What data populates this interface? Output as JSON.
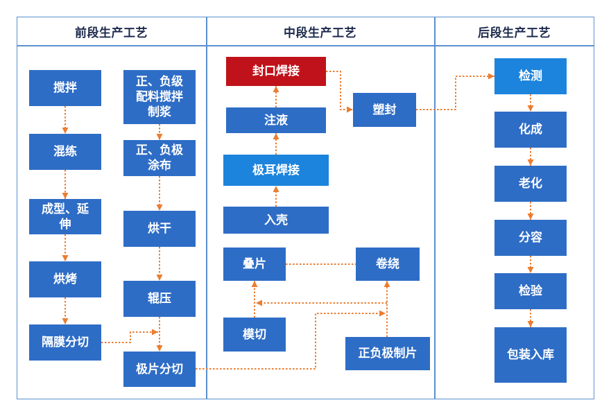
{
  "colors": {
    "frame": "#5a8fcf",
    "header_text": "#1d2a4c",
    "box": "#2e6dc6",
    "box_highlight": "#1c84dc",
    "box_red": "#c0121a",
    "box_text": "#ffffff",
    "arrow": "#ec7d30"
  },
  "stages": {
    "front": {
      "title": "前段生产工艺",
      "separator_steps": [
        "搅拌",
        "混练",
        "成型、延伸",
        "烘烤",
        "隔膜分切"
      ],
      "electrode_steps": [
        "正、负级配料搅拌制浆",
        "正、负极涂布",
        "烘干",
        "辊压",
        "极片分切"
      ]
    },
    "middle": {
      "title": "中段生产工艺",
      "steps": {
        "seal_welding": "封口焊接",
        "electrolyte_injection": "注液",
        "tab_welding": "极耳焊接",
        "casing": "入壳",
        "stacking": "叠片",
        "winding": "卷绕",
        "die_cutting": "模切",
        "electrode_making": "正负极制片",
        "plastic_sealing": "塑封"
      }
    },
    "back": {
      "title": "后段生产工艺",
      "steps": [
        "检测",
        "化成",
        "老化",
        "分容",
        "检验",
        "包装入库"
      ]
    }
  }
}
